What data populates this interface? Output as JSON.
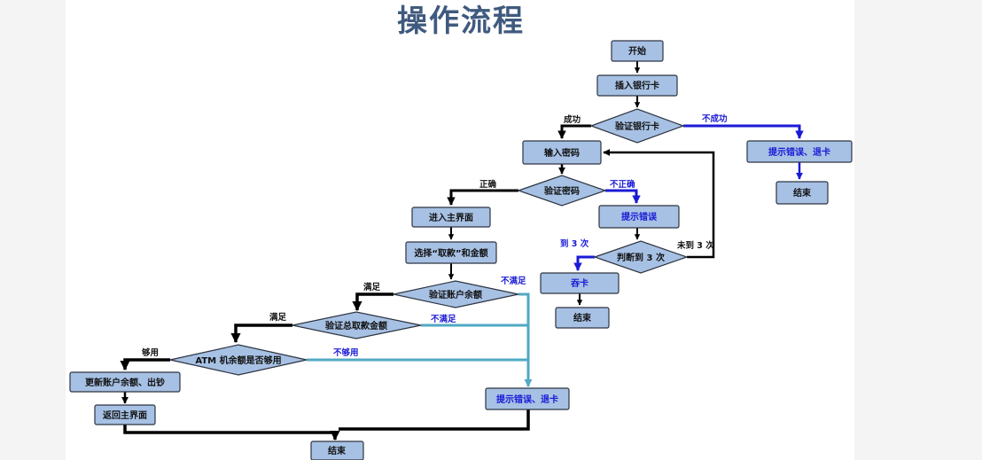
{
  "title": "操作流程",
  "nodes": {
    "start": "开始",
    "insert_card": "插入银行卡",
    "verify_card": "验证银行卡",
    "card_error": "提示错误、退卡",
    "card_end": "结束",
    "input_pwd": "输入密码",
    "verify_pwd": "验证密码",
    "pwd_error": "提示错误",
    "judge_three": "判断到 3 次",
    "swallow_card": "吞卡",
    "swallow_end": "结束",
    "main_screen": "进入主界面",
    "select_withdraw": "选择“取款”和金额",
    "verify_balance": "验证账户余额",
    "verify_total": "验证总取款金额",
    "atm_enough": "ATM 机余额是否够用",
    "update_balance": "更新账户余额、出钞",
    "back_main": "返回主界面",
    "final_error": "提示错误、退卡",
    "final_end": "结束"
  },
  "labels": {
    "card_ok": "成功",
    "card_fail": "不成功",
    "pwd_ok": "正确",
    "pwd_fail": "不正确",
    "reach3": "到 3 次",
    "not_reach3": "未到 3 次",
    "bal_ok": "满足",
    "bal_fail": "不满足",
    "total_ok": "满足",
    "total_fail": "不满足",
    "atm_ok": "够用",
    "atm_fail": "不够用"
  }
}
